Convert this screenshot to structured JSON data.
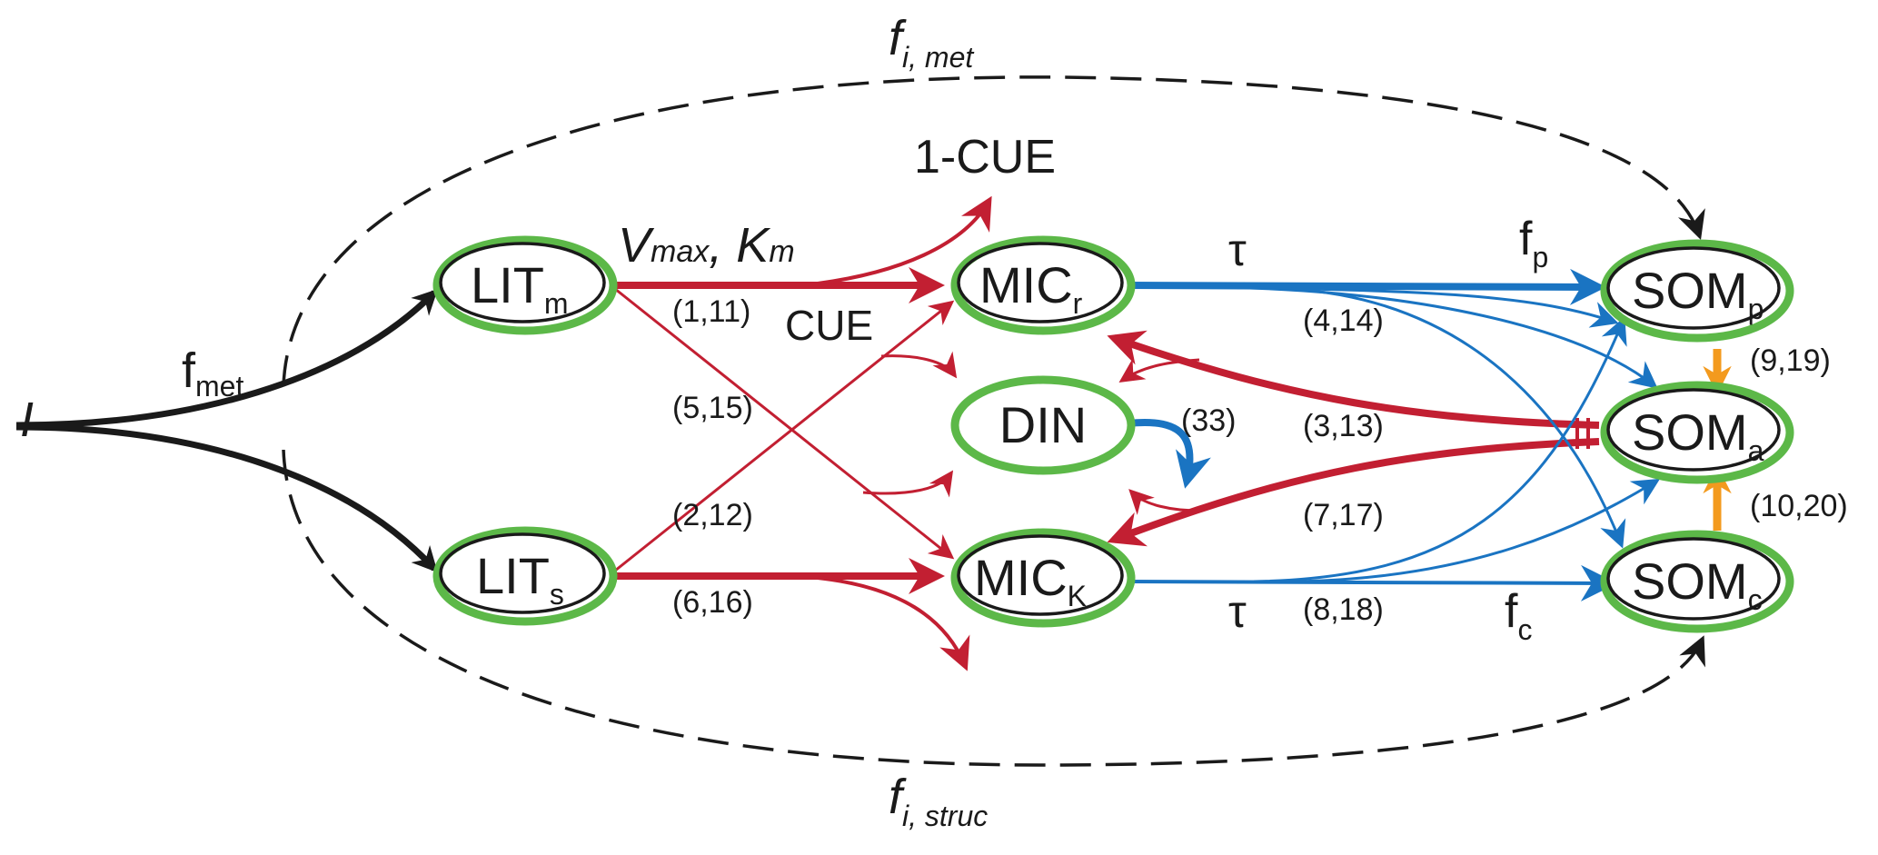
{
  "nodes": {
    "lit_m": {
      "main": "LIT",
      "sub": "m"
    },
    "lit_s": {
      "main": "LIT",
      "sub": "s"
    },
    "mic_r": {
      "main": "MIC",
      "sub": "r"
    },
    "mic_k": {
      "main": "MIC",
      "sub": "K"
    },
    "din": {
      "main": "DIN"
    },
    "som_p": {
      "main": "SOM",
      "sub": "p"
    },
    "som_a": {
      "main": "SOM",
      "sub": "a"
    },
    "som_c": {
      "main": "SOM",
      "sub": "c"
    }
  },
  "labels": {
    "input": "I",
    "f_met": {
      "main": "f",
      "sub": "met"
    },
    "f_i_met": {
      "main": "f",
      "sub": "i, met"
    },
    "f_i_struc": {
      "main": "f",
      "sub": "i, struc"
    },
    "one_cue": "1-CUE",
    "cue": "CUE",
    "vmax_km": {
      "v": "V",
      "v_sub": "max",
      "sep": ", ",
      "k": "K",
      "k_sub": "m"
    },
    "tau_top": "τ",
    "tau_bottom": "τ",
    "f_p": {
      "main": "f",
      "sub": "p"
    },
    "f_c": {
      "main": "f",
      "sub": "c"
    }
  },
  "flux_numbers": {
    "r1_11": "(1,11)",
    "r5_15": "(5,15)",
    "r2_12": "(2,12)",
    "r6_16": "(6,16)",
    "r4_14": "(4,14)",
    "r3_13": "(3,13)",
    "r7_17": "(7,17)",
    "r8_18": "(8,18)",
    "r33": "(33)",
    "r9_19": "(9,19)",
    "r10_20": "(10,20)"
  },
  "colors": {
    "black": "#1a1a1a",
    "red": "#c21f32",
    "blue": "#1a74c2",
    "orange": "#f39a1e",
    "green": "#5cb848"
  }
}
